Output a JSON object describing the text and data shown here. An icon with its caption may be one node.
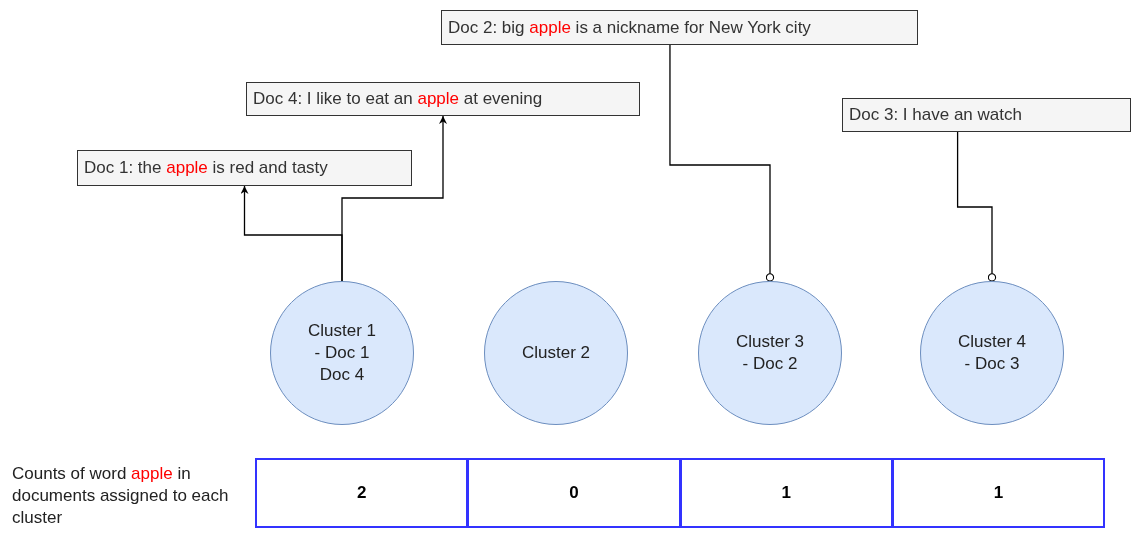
{
  "diagram": {
    "nodes": [
      {
        "text": [
          "Doc 2: big **apple** is a nickname for New York city"
        ]
      },
      {
        "text": [
          "Doc 4: I like to eat an **apple** at evening"
        ]
      },
      {
        "text": [
          "Doc 3: I have an watch"
        ]
      },
      {
        "text": [
          "Doc 1: the **apple** is red and tasty"
        ]
      },
      {
        "text": [
          "Cluster 1 - Doc 1 Doc 4"
        ]
      },
      {
        "text": [
          "Cluster 2"
        ]
      },
      {
        "text": [
          "Cluster 3 - Doc 2"
        ]
      },
      {
        "text": [
          "Cluster 4 - Doc 3"
        ]
      }
    ],
    "edges": [
      {
        "from": 4,
        "to": 3,
        "arrow": "to"
      },
      {
        "from": 4,
        "to": 1,
        "arrow": "to"
      },
      {
        "from": 0,
        "to": 6,
        "arrow": "other"
      },
      {
        "from": 2,
        "to": 7,
        "arrow": "other"
      }
    ],
    "labels": [
      "Counts of word **apple** in documents assigned to each cluster",
      "2",
      "0",
      "1",
      "1"
    ]
  }
}
